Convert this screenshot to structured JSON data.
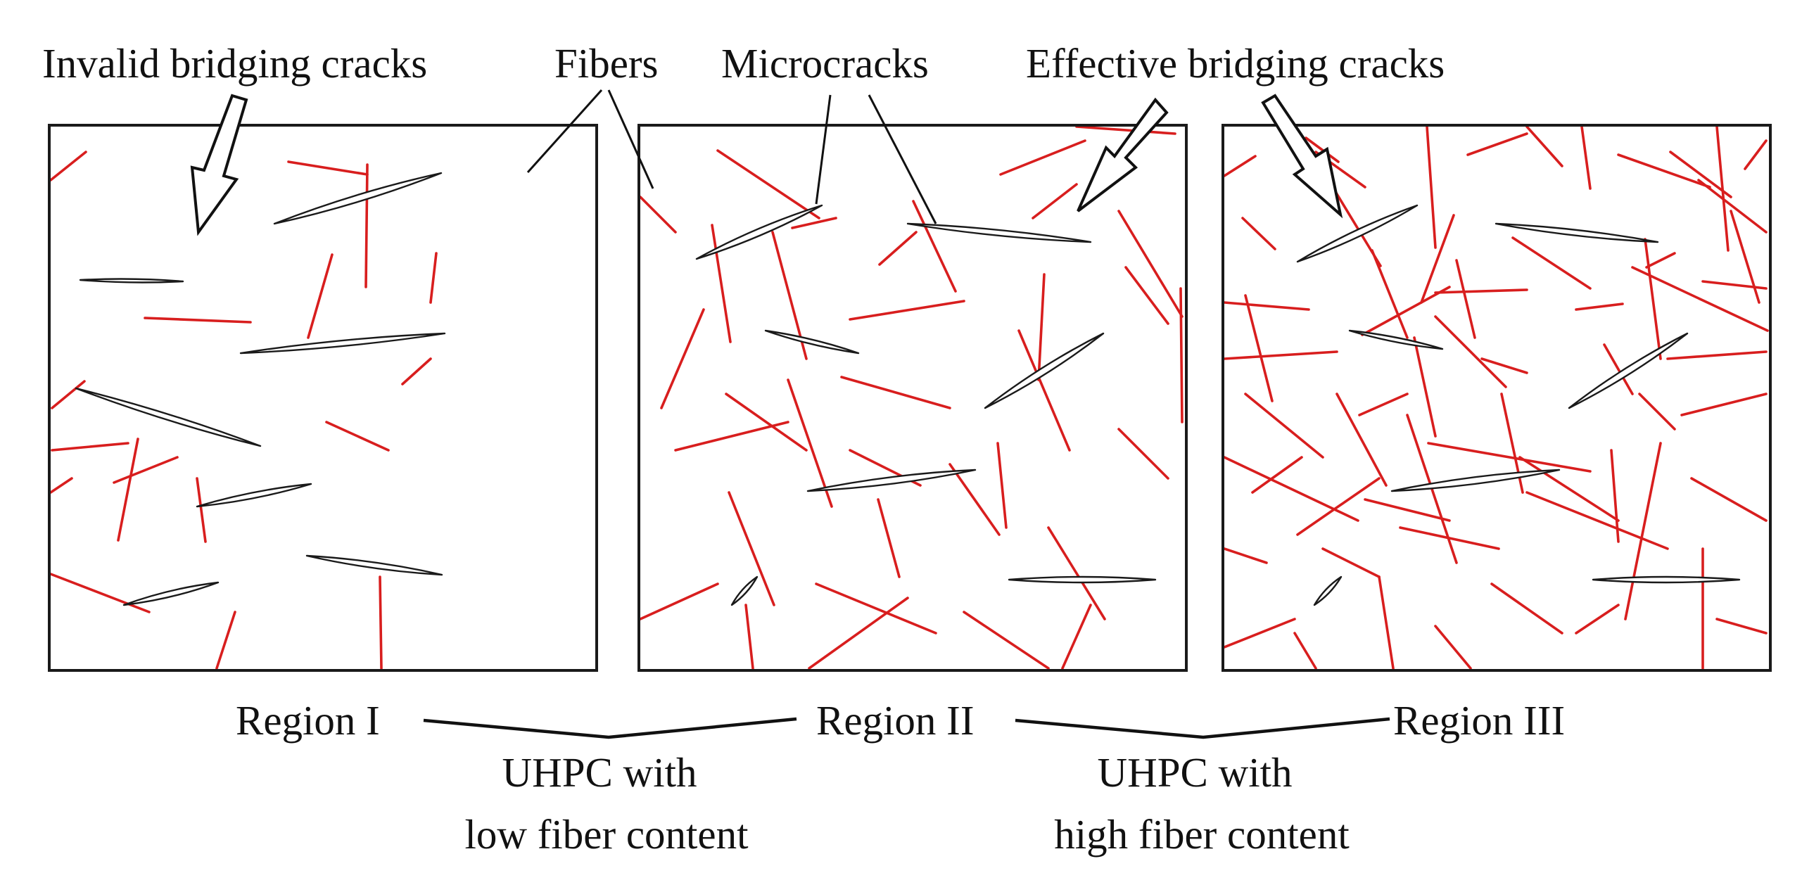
{
  "labels": {
    "invalid": "Invalid bridging cracks",
    "fibers": "Fibers",
    "microcracks": "Microcracks",
    "effective": "Effective bridging cracks",
    "region1": "Region I",
    "region2": "Region II",
    "region3": "Region III",
    "low_line1": "UHPC with",
    "low_line2": "low fiber content",
    "high_line1": "UHPC with",
    "high_line2": "high fiber content"
  },
  "colors": {
    "fiber": "#d81e1e",
    "crack_stroke": "#1a1a1a",
    "crack_fill": "#ffffff",
    "panel_border": "#1a1a1a",
    "text": "#111111"
  }
}
